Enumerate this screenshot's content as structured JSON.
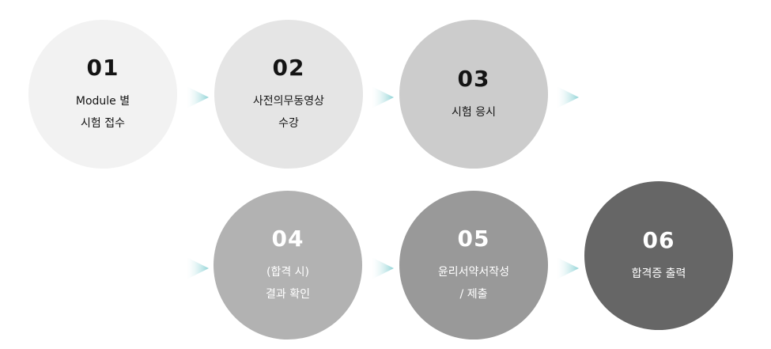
{
  "steps": [
    {
      "number": "01",
      "lines": [
        "Module 별",
        "시험 접수"
      ]
    },
    {
      "number": "02",
      "lines": [
        "사전의무동영상",
        "수강"
      ]
    },
    {
      "number": "03",
      "lines": [
        "시험 응시"
      ]
    },
    {
      "number": "04",
      "lines": [
        "(합격 시)",
        "결과 확인"
      ]
    },
    {
      "number": "05",
      "lines": [
        "윤리서약서작성",
        "/  제출"
      ]
    },
    {
      "number": "06",
      "lines": [
        "합격증 출력"
      ]
    }
  ],
  "colors": {
    "step1_bg": "#f2f2f2",
    "step2_bg": "#e5e5e5",
    "step3_bg": "#cccccc",
    "step4_bg": "#b2b2b2",
    "step5_bg": "#999999",
    "step6_bg": "#666666",
    "arrow_start": "#ffffff",
    "arrow_end": "#9ad9dc"
  },
  "icons": {
    "arrow": "chevron-right-icon"
  }
}
